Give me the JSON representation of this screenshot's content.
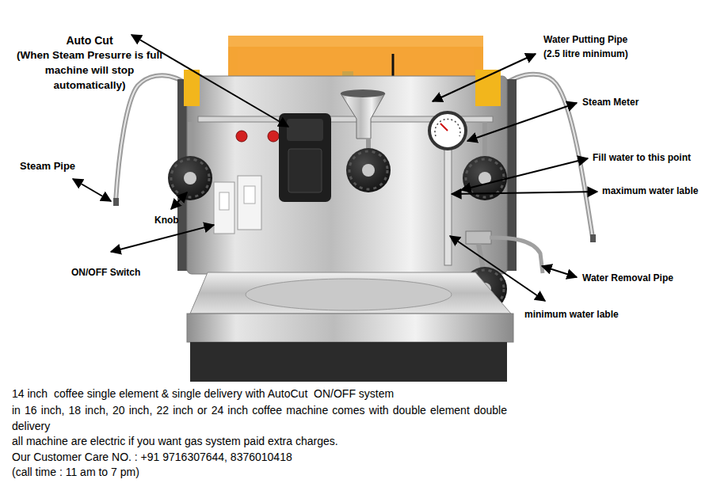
{
  "diagram": {
    "labels": [
      "Auto Cut",
      "(When Steam Presurre is full machine will stop automatically)",
      "Water Putting Pipe",
      "(2.5 litre minimum)",
      "Steam Meter",
      "Steam Pipe",
      "Fill water to this point",
      "maximum water lable",
      "Knob",
      "ON/OFF Switch",
      "Water Removal Pipe",
      "minimum water lable",
      "14 inch  coffee single element & single delivery with AutoCut  ON/OFF system",
      "in 16 inch, 18 inch, 20 inch, 22 inch or 24 inch coffee machine comes with double element double delivery",
      "all machine are electric if you want gas system paid extra charges.",
      "Our Customer Care NO. : +91 9716307644, 8376010418",
      "(call time : 11 am to 7 pm)"
    ]
  }
}
